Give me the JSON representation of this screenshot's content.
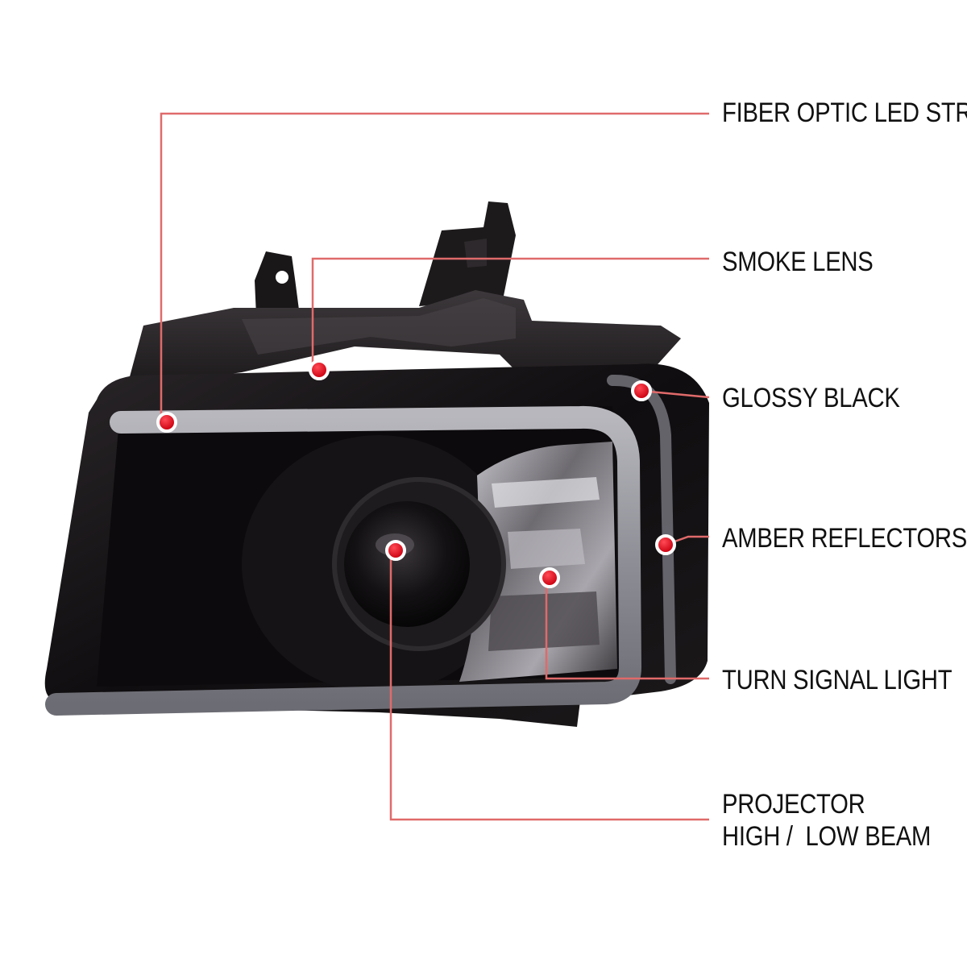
{
  "callouts": {
    "fiber_optic": "FIBER OPTIC LED STRIP",
    "smoke_lens": "SMOKE LENS",
    "glossy_black": "GLOSSY BLACK",
    "amber_reflectors": "AMBER REFLECTORS",
    "turn_signal": "TURN SIGNAL LIGHT",
    "projector_line1": "PROJECTOR",
    "projector_line2": "HIGH /  LOW BEAM"
  },
  "colors": {
    "leader_line": "#e06a6a",
    "marker_dot": "#e0081a",
    "housing": "#141214",
    "led_strip": "#9b9ba3"
  }
}
